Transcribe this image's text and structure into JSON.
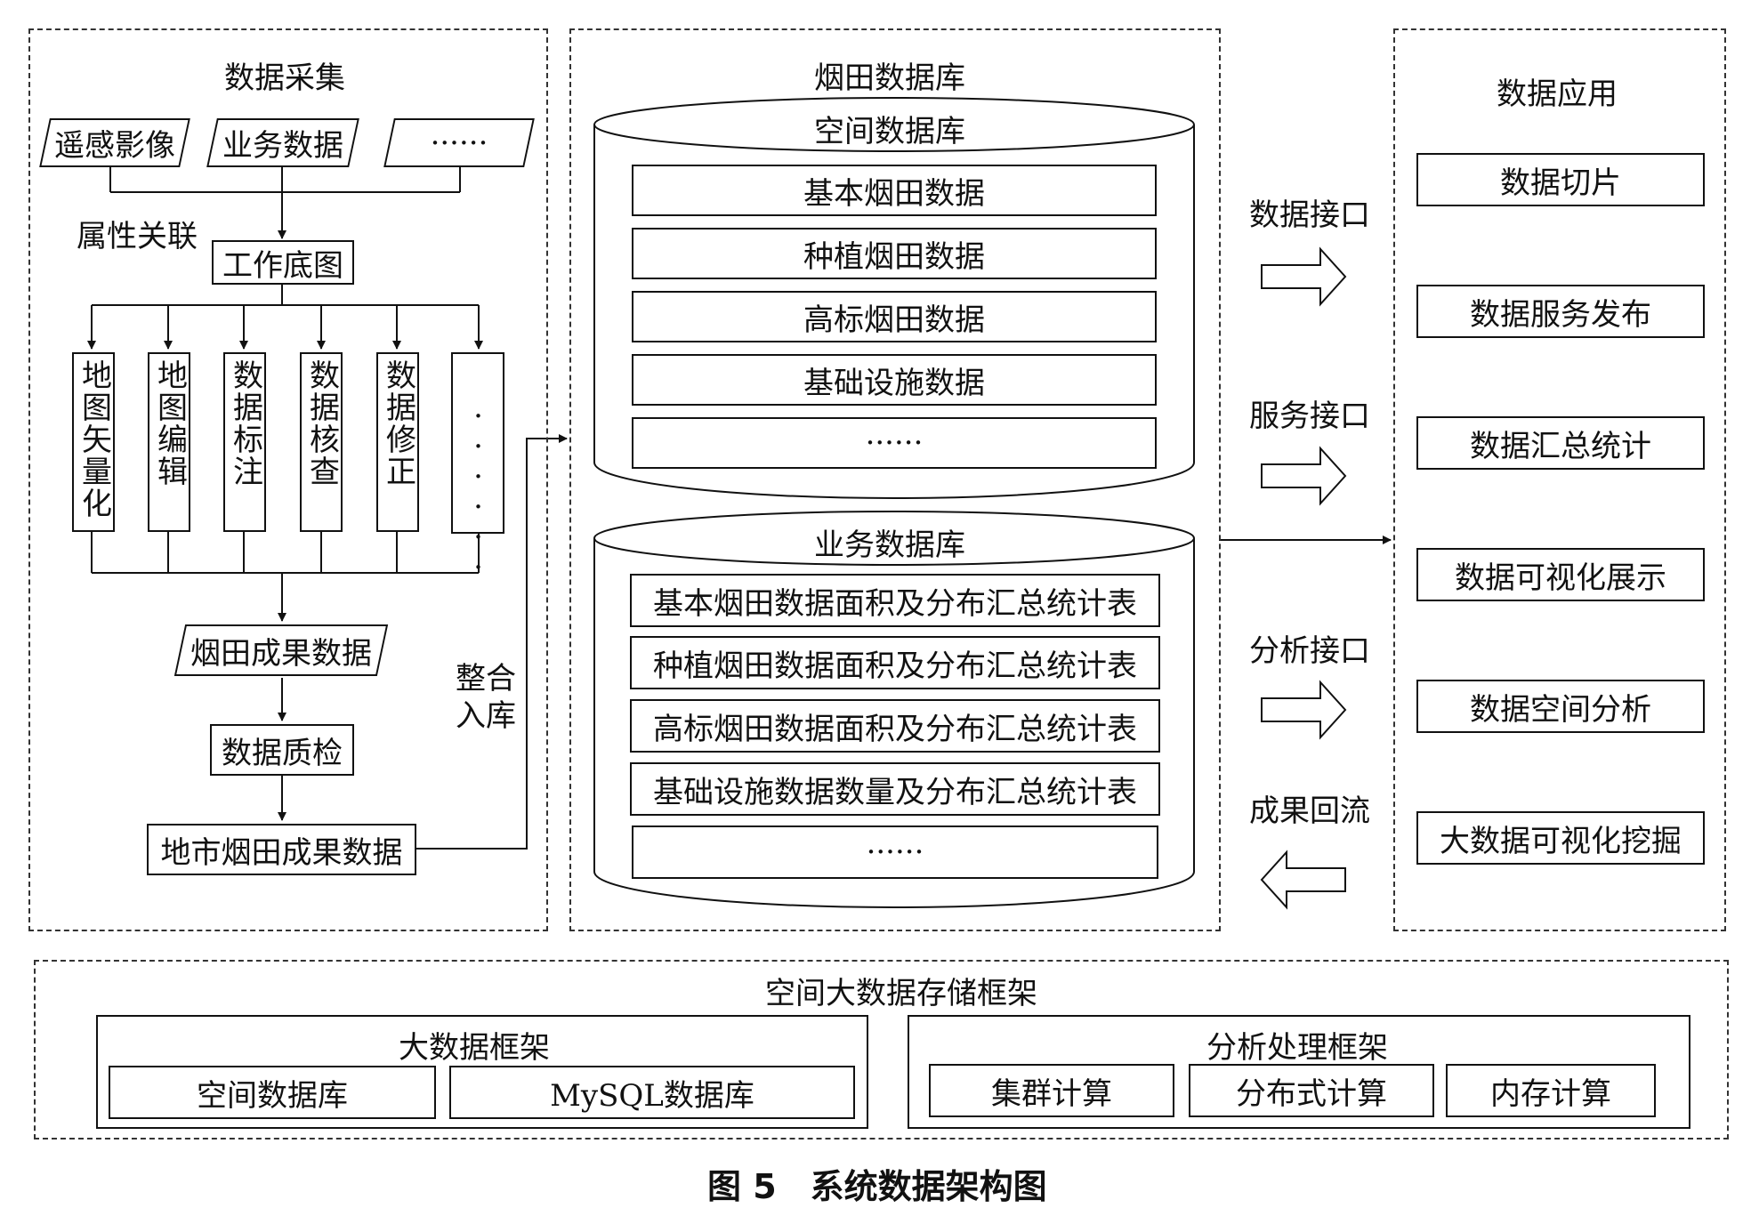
{
  "collection": {
    "title": "数据采集",
    "sources": [
      "遥感影像",
      "业务数据",
      "······"
    ],
    "attr_label": "属性关联",
    "base_map": "工作底图",
    "tasks": [
      "地图矢量化",
      "地图编辑",
      "数据标注",
      "数据核查",
      "数据修正",
      "······"
    ],
    "result": "烟田成果数据",
    "qc": "数据质检",
    "city_result": "地市烟田成果数据",
    "merge_label": "整合入库"
  },
  "database": {
    "title": "烟田数据库",
    "spatial": {
      "title": "空间数据库",
      "items": [
        "基本烟田数据",
        "种植烟田数据",
        "高标烟田数据",
        "基础设施数据",
        "······"
      ]
    },
    "business": {
      "title": "业务数据库",
      "items": [
        "基本烟田数据面积及分布汇总统计表",
        "种植烟田数据面积及分布汇总统计表",
        "高标烟田数据面积及分布汇总统计表",
        "基础设施数据数量及分布汇总统计表",
        "······"
      ]
    }
  },
  "interfaces": [
    "数据接口",
    "服务接口",
    "分析接口",
    "成果回流"
  ],
  "application": {
    "title": "数据应用",
    "items": [
      "数据切片",
      "数据服务发布",
      "数据汇总统计",
      "数据可视化展示",
      "数据空间分析",
      "大数据可视化挖掘"
    ]
  },
  "storage": {
    "title": "空间大数据存储框架",
    "bigdata": {
      "title": "大数据框架",
      "items": [
        "空间数据库",
        "MySQL数据库"
      ]
    },
    "analysis": {
      "title": "分析处理框架",
      "items": [
        "集群计算",
        "分布式计算",
        "内存计算"
      ]
    }
  },
  "caption": "图 5　系统数据架构图"
}
